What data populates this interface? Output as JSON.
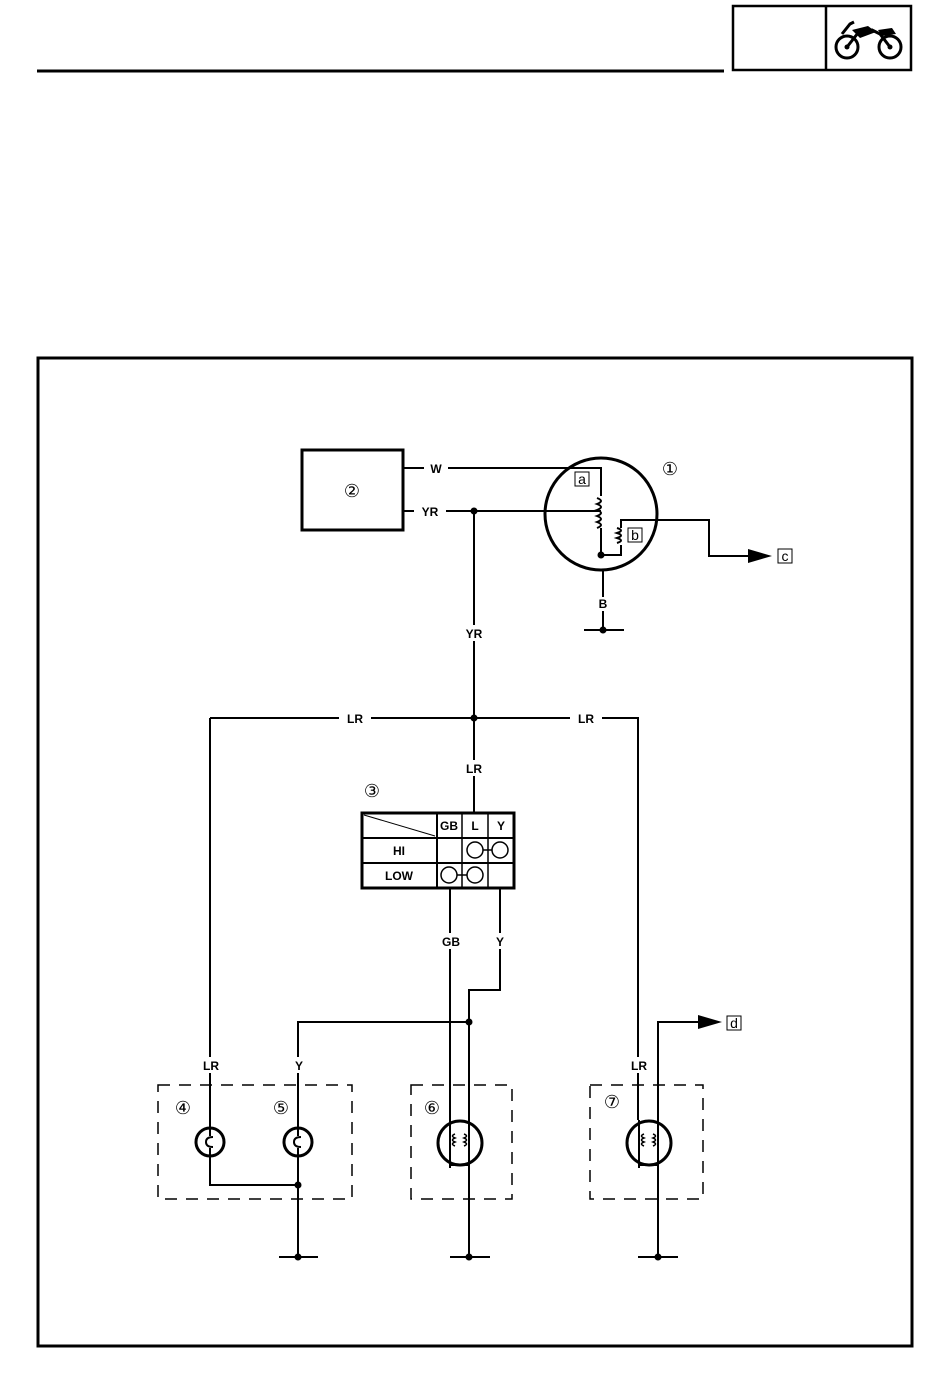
{
  "header": {
    "icon": "motorcycle-icon"
  },
  "labels": {
    "w": "W",
    "yr_top": "YR",
    "yr_mid": "YR",
    "b": "B",
    "lr_left": "LR",
    "lr_right": "LR",
    "lr_mid": "LR",
    "gb": "GB",
    "y_right": "Y",
    "y_left": "Y",
    "lr_lamp4": "LR",
    "lr_lamp7": "LR"
  },
  "components": {
    "c1": "①",
    "c2": "②",
    "c3": "③",
    "c4": "④",
    "c5": "⑤",
    "c6": "⑥",
    "c7": "⑦"
  },
  "markers": {
    "a": "a",
    "b": "b",
    "c": "c",
    "d": "d"
  },
  "switch_table": {
    "columns": [
      "GB",
      "L",
      "Y"
    ],
    "rows": [
      "HI",
      "LOW"
    ]
  }
}
